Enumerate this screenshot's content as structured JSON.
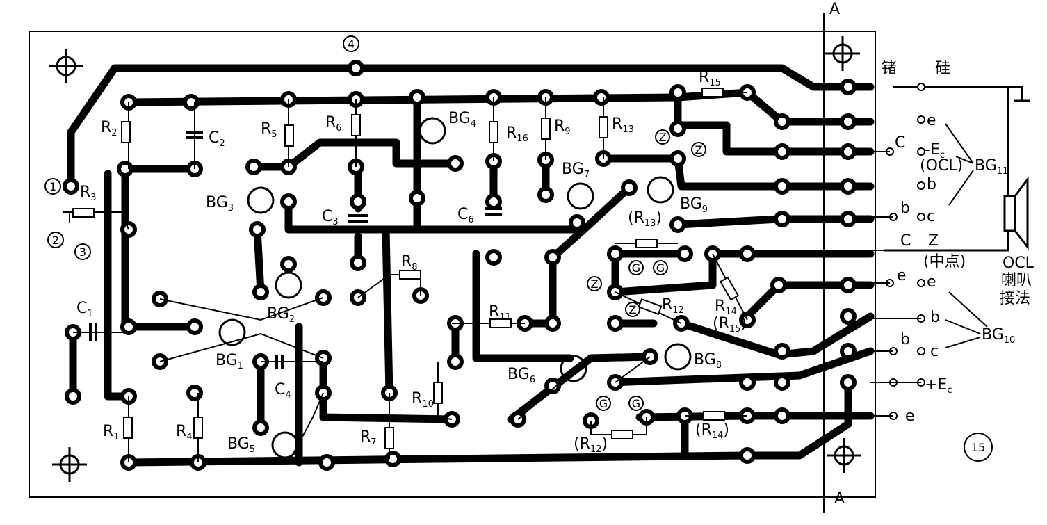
{
  "colors": {
    "ink": "#000000",
    "paper": "#ffffff"
  },
  "board": {
    "section_marker_top": "A",
    "section_marker_bottom": "A",
    "page_number": "15",
    "circled_pins": [
      "1",
      "2",
      "3",
      "4"
    ]
  },
  "components": {
    "resistors": [
      {
        "main": "R",
        "sub": "1"
      },
      {
        "main": "R",
        "sub": "2"
      },
      {
        "main": "R",
        "sub": "3"
      },
      {
        "main": "R",
        "sub": "4"
      },
      {
        "main": "R",
        "sub": "5"
      },
      {
        "main": "R",
        "sub": "6"
      },
      {
        "main": "R",
        "sub": "7"
      },
      {
        "main": "R",
        "sub": "8"
      },
      {
        "main": "R",
        "sub": "9"
      },
      {
        "main": "R",
        "sub": "10"
      },
      {
        "main": "R",
        "sub": "11"
      },
      {
        "main": "R",
        "sub": "12"
      },
      {
        "main": "(R",
        "sub": "12",
        "tail": ")"
      },
      {
        "main": "R",
        "sub": "13"
      },
      {
        "main": "(R",
        "sub": "13",
        "tail": ")"
      },
      {
        "main": "R",
        "sub": "14"
      },
      {
        "main": "(R",
        "sub": "14",
        "tail": ")"
      },
      {
        "main": "(R",
        "sub": "15",
        "tail": ")"
      },
      {
        "main": "R",
        "sub": "15"
      },
      {
        "main": "R",
        "sub": "16"
      }
    ],
    "capacitors": [
      {
        "main": "C",
        "sub": "1"
      },
      {
        "main": "C",
        "sub": "2"
      },
      {
        "main": "C",
        "sub": "3"
      },
      {
        "main": "C",
        "sub": "4"
      },
      {
        "main": "C",
        "sub": "6"
      }
    ],
    "transistors": [
      {
        "main": "BG",
        "sub": "1"
      },
      {
        "main": "BG",
        "sub": "2"
      },
      {
        "main": "BG",
        "sub": "3"
      },
      {
        "main": "BG",
        "sub": "4"
      },
      {
        "main": "BG",
        "sub": "6"
      },
      {
        "main": "BG",
        "sub": "5"
      },
      {
        "main": "BG",
        "sub": "7"
      },
      {
        "main": "BG",
        "sub": "8"
      },
      {
        "main": "BG",
        "sub": "9"
      }
    ],
    "circled_marks": [
      "Z",
      "Z",
      "Z",
      "Z",
      "G",
      "G",
      "G",
      "G"
    ]
  },
  "connector": {
    "ge_label": "锗",
    "si_label": "硅",
    "pins": [
      "e",
      "C",
      "-E",
      "(OCL)",
      "b",
      "b",
      "c",
      "C",
      "Z",
      "(中点)",
      "e",
      "e",
      "b",
      "b",
      "c",
      "+E",
      "e"
    ],
    "ec_sub": "c",
    "groups": [
      {
        "main": "BG",
        "sub": "11"
      },
      {
        "main": "BG",
        "sub": "10"
      }
    ],
    "speaker_note": [
      "OCL",
      "喇叭",
      "接法"
    ]
  }
}
